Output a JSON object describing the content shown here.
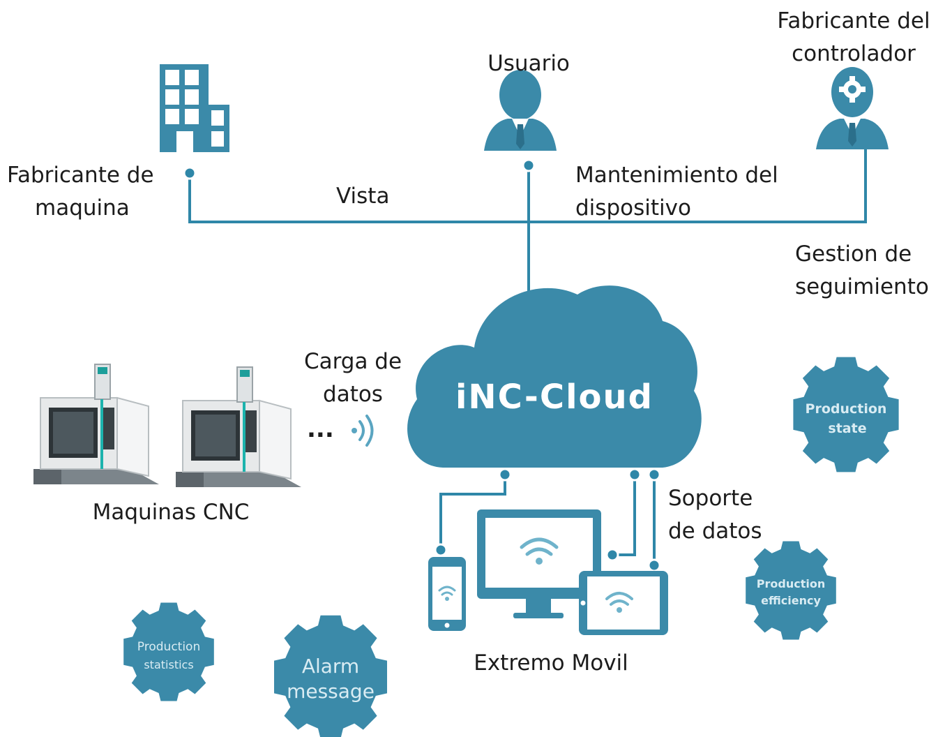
{
  "colors": {
    "primary": "#3b8aa9",
    "line": "#2f87a8",
    "text": "#1c1c1c"
  },
  "labels": {
    "machine_maker": [
      "Fabricante de",
      "maquina"
    ],
    "user": "Usuario",
    "controller_maker": [
      "Fabricante del",
      "controlador"
    ],
    "view": "Vista",
    "device_maintenance": [
      "Mantenimiento del",
      "dispositivo"
    ],
    "tracking": [
      "Gestion de",
      "seguimiento"
    ],
    "data_upload": [
      "Carga de",
      "datos"
    ],
    "ellipsis": "...",
    "cnc_machines": "Maquinas CNC",
    "data_support": [
      "Soporte",
      "de datos"
    ],
    "mobile": "Extremo Movil"
  },
  "cloud": {
    "title": "iNC-Cloud"
  },
  "gears": {
    "production_state": [
      "Production",
      "state"
    ],
    "production_efficiency": [
      "Production",
      "efficiency"
    ],
    "production_statistics": [
      "Production",
      "statistics"
    ],
    "alarm_message": [
      "Alarm",
      "message"
    ]
  },
  "icons": [
    "building-icon",
    "user-icon",
    "controller-maker-icon",
    "wifi-signal-icon",
    "cnc-machine-icon",
    "phone-icon",
    "monitor-icon",
    "tablet-icon",
    "gear-icon"
  ]
}
